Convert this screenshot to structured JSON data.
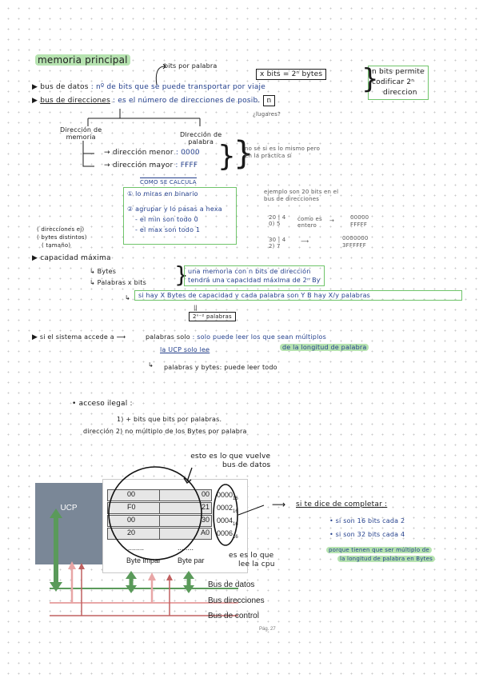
{
  "title": "memoria principal",
  "bits_por_palabra": "bits por palabra",
  "formula": "x bits = 2ⁿ bytes",
  "n_bits_note": [
    "n bits permite",
    "codificar 2ⁿ",
    "direccion"
  ],
  "bus_datos": {
    "label": "bus de datos",
    "desc": ": nº de bits que se puede transportar por viaje"
  },
  "bus_direcciones": {
    "label": "bus de direcciones",
    "desc": ": es el número de direcciones de posib.",
    "n": "n"
  },
  "lugares": "¿lugares?",
  "dir_memoria": [
    "Dirección de",
    "memoria"
  ],
  "dir_palabra": [
    "Dirección de",
    "palabra"
  ],
  "dir_menor": {
    "label": "dirección menor",
    "value": ": 0000"
  },
  "dir_mayor": {
    "label": "dirección mayor",
    "value": ": FFFF"
  },
  "no_se": [
    "no sé si es lo mismo pero",
    "en la práctica sí"
  ],
  "como_calcula": "COMO SE CALCULA",
  "steps": {
    "s1": "① lo miras en binario",
    "s2": "② agrupar y lo pasas a hexa",
    "min": "- el min son todo 0",
    "max": "- el max son todo 1"
  },
  "ejemplo": [
    "ejemplo son 20 bits en el",
    "bus de direcciones"
  ],
  "ex1": {
    "calc": "20 | 4",
    "calc2": "0)  5",
    "mid": "como es",
    "mid2": "entero",
    "top": "00000",
    "bottom": "FFFFF"
  },
  "ex2": {
    "calc": "30 | 4",
    "calc2": "2)  7",
    "top": "0000000",
    "bottom": "3FFFFFF"
  },
  "left_notes": [
    "( direcciones ej)",
    "( bytes distintos)",
    "( tamaño)"
  ],
  "capacidad": "capacidad máxima",
  "bytes": "Bytes",
  "palabras": "Palabras x bits",
  "memoria_n_bits": [
    "una memoria con n bits de dirección",
    "tendrá una capacidad máxima de 2ⁿ By"
  ],
  "si_hay": "si hay X Bytes de capacidad y cada palabra son Y B hay X/y palabras",
  "equals": "||",
  "palabras_2n": "2ⁿ⁻² palabras",
  "sistema": {
    "pre": "si el sistema accede a",
    "mid": "palabras solo",
    "post": ": solo puede leer los que sean múltiplos",
    "post2": "de la longitud de palabra",
    "ucp": "la UCP solo lee"
  },
  "palabras_bytes": "palabras y bytes: puede leer todo",
  "acceso": "acceso ilegal :",
  "acc1": "1) + bits que bits por palabras.",
  "acc2": "dirección 2) no múltiplo de los Bytes por palabra",
  "figure": {
    "ucp": "UCP",
    "cells": [
      [
        "00",
        "00"
      ],
      [
        "F0",
        "21"
      ],
      [
        "00",
        "30"
      ],
      [
        "20",
        "A0"
      ]
    ],
    "addrs": [
      "0000",
      "0002",
      "0004",
      "0006"
    ],
    "sub": "16",
    "dots": "........",
    "impar": "Byte impar",
    "par": "Byte par",
    "bus_datos": "Bus de datos",
    "bus_dir": "Bus direcciones",
    "bus_ctrl": "Bus de control",
    "page": "Pág. 27"
  },
  "esto_es": [
    "esto es lo que vuelve",
    "bus de datos"
  ],
  "es_lo_que": [
    "es es lo que",
    "lee la cpu"
  ],
  "si_te_dice": "si te dice de completar :",
  "si16": "• si son 16 bits cada 2",
  "si32": "• si son 32 bits cada 4",
  "porque": [
    "porque tienen que ser múltiplo de",
    "la longitud de palabra en Bytes"
  ],
  "colors": {
    "green": "#b6e3b0",
    "blue_ink": "#233f8c",
    "green_box": "#6fc46a"
  }
}
